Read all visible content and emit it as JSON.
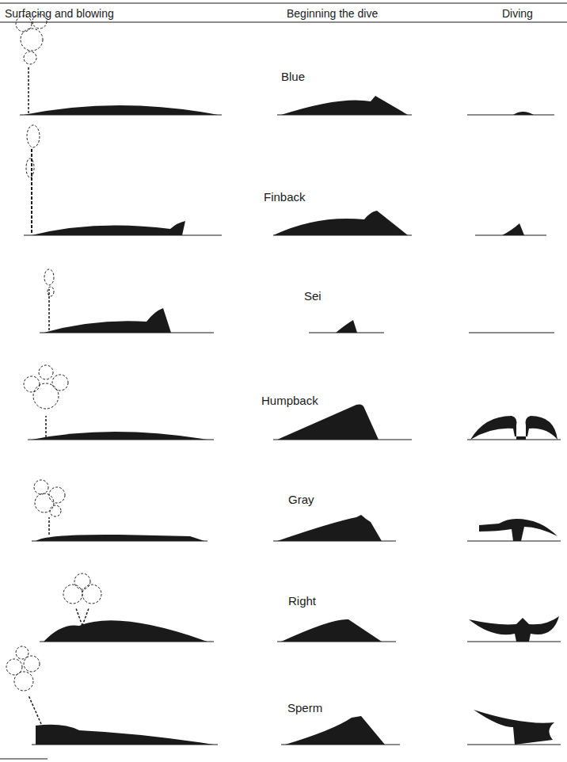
{
  "diagram": {
    "labels": [
      "Surfacing and blowing",
      "Beginning the dive",
      "Diving",
      "Blue",
      "Finback",
      "Sei",
      "Humpback",
      "Gray",
      "Right",
      "Sperm"
    ]
  }
}
